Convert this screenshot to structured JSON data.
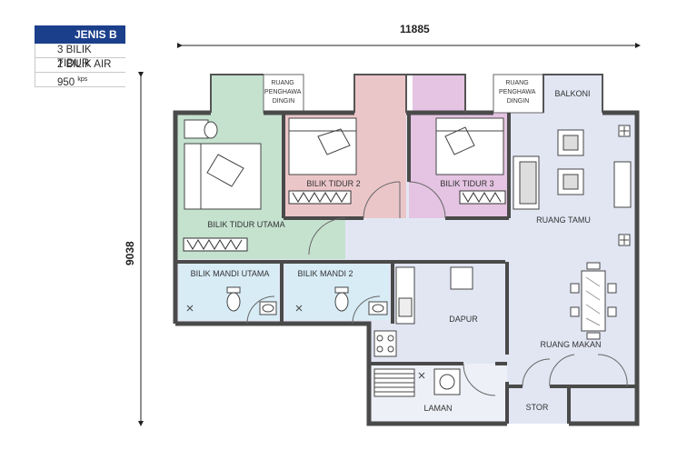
{
  "unit_type": {
    "title": "JENIS B",
    "bedrooms": "3 BILIK TIDUR",
    "bathrooms": "2 BILIK AIR",
    "area_value": "950",
    "area_unit": "kps"
  },
  "dimensions": {
    "width": "11885",
    "depth": "9038"
  },
  "rooms": {
    "ac_ledge_1": [
      "RUANG",
      "PENGHAWA",
      "DINGIN"
    ],
    "ac_ledge_2": [
      "RUANG",
      "PENGHAWA",
      "DINGIN"
    ],
    "balcony": "BALKONI",
    "master_bedroom": "BILIK TIDUR UTAMA",
    "bedroom_2": "BILIK TIDUR 2",
    "bedroom_3": "BILIK TIDUR 3",
    "living": "RUANG TAMU",
    "master_bath": "BILIK MANDI UTAMA",
    "bath_2": "BILIK MANDI 2",
    "kitchen": "DAPUR",
    "dining": "RUANG MAKAN",
    "yard": "LAMAN",
    "store": "STOR"
  },
  "colors": {
    "header": "#1c3f8c",
    "master_bedroom": "#c5e2cf",
    "bedroom_2": "#ebc6c9",
    "bedroom_3": "#e4c4e2",
    "common": "#e2e6f3",
    "bathroom": "#d8ecf6",
    "wall": "#4a4a4a"
  }
}
